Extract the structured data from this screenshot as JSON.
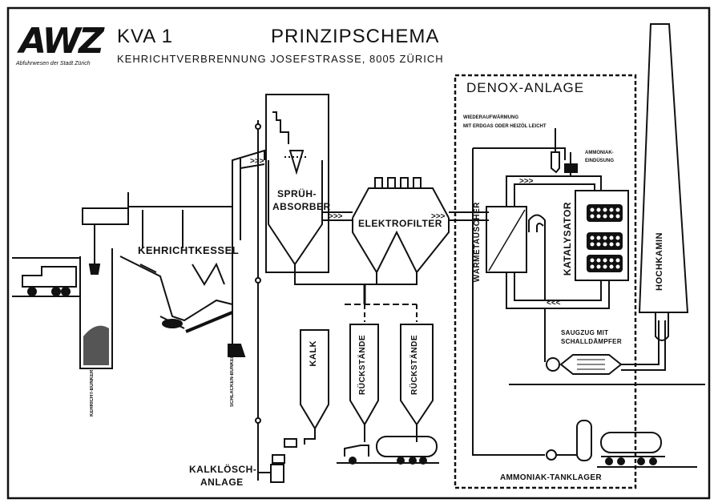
{
  "header": {
    "logo": "AWZ",
    "logo_subtitle": "Abfuhrwesen der Stadt Zürich",
    "plant": "KVA 1",
    "title": "PRINZIPSCHEMA",
    "subtitle": "KEHRICHTVERBRENNUNG JOSEFSTRASSE, 8005 ZÜRICH"
  },
  "labels": {
    "denox": "DENOX-ANLAGE",
    "wiederaufwaermung_1": "WIEDERAUFWÄRMUNG",
    "wiederaufwaermung_2": "MIT ERDGAS ODER HEIZÖL LEICHT",
    "ammoniak_1": "AMMONIAK-",
    "ammoniak_2": "EINDÜSUNG",
    "spruh_1": "SPRÜH-",
    "spruh_2": "ABSORBER",
    "elektrofilter": "ELEKTROFILTER",
    "kehrichtkessel": "KEHRICHTKESSEL",
    "waermetauscher": "WÄRMETAUSCHER",
    "katalysator": "KATALYSATOR",
    "hochkamin": "HOCHKAMIN",
    "saugzug_1": "SAUGZUG MIT",
    "saugzug_2": "SCHALLDÄMPFER",
    "kalk": "KALK",
    "rueckstaende_1": "RÜCKSTÄNDE",
    "rueckstaende_2": "RÜCKSTÄNDE",
    "kalkloesch_1": "KALKLÖSCH-",
    "kalkloesch_2": "ANLAGE",
    "kehricht_bunker": "KEHRICHT-BUNKER",
    "schlacken_bunker": "SCHLACKEN-BUNKER",
    "tanklager": "AMMONIAK-TANKLAGER"
  }
}
